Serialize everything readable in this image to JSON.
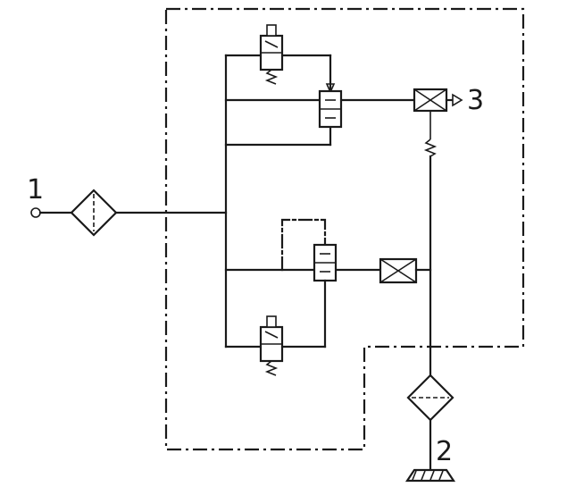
{
  "ports": {
    "p1": "1",
    "p2": "2",
    "p3": "3"
  }
}
